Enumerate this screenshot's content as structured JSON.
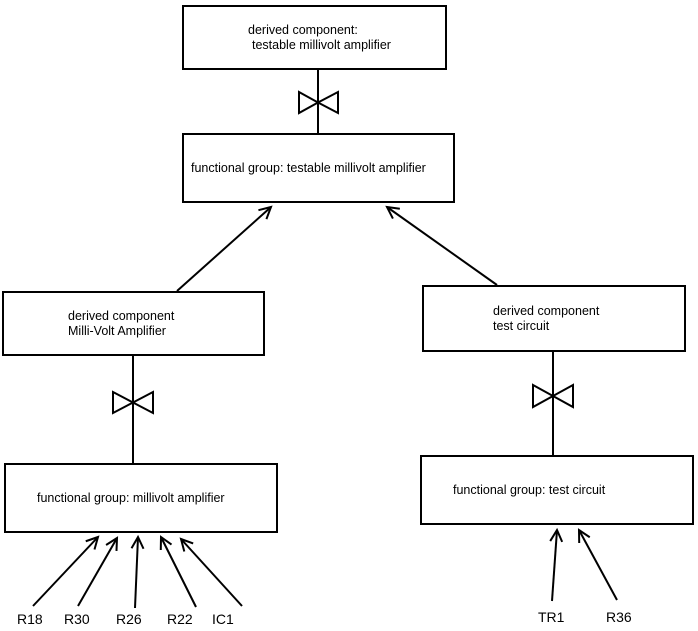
{
  "nodes": {
    "derived_testable": {
      "line1": "derived component:",
      "line2": "testable millivolt amplifier"
    },
    "fg_testable": {
      "label": "functional group: testable millivolt amplifier"
    },
    "derived_mva": {
      "line1": "derived component",
      "line2": "Milli-Volt Amplifier"
    },
    "derived_test": {
      "line1": "derived component",
      "line2": "test circuit"
    },
    "fg_mva": {
      "label": "functional group: millivolt amplifier"
    },
    "fg_test": {
      "label": "functional group: test circuit"
    }
  },
  "components": {
    "left": [
      "R18",
      "R30",
      "R26",
      "R22",
      "IC1"
    ],
    "right": [
      "TR1",
      "R36"
    ]
  },
  "edges": [
    {
      "from": "derived component: testable millivolt amplifier",
      "to": "functional group: testable millivolt amplifier",
      "connector": "bowtie"
    },
    {
      "from": "derived component Milli-Volt Amplifier",
      "to": "functional group: testable millivolt amplifier",
      "connector": "arrow"
    },
    {
      "from": "derived component test circuit",
      "to": "functional group: testable millivolt amplifier",
      "connector": "arrow"
    },
    {
      "from": "derived component Milli-Volt Amplifier",
      "to": "functional group: millivolt amplifier",
      "connector": "bowtie"
    },
    {
      "from": "derived component test circuit",
      "to": "functional group: test circuit",
      "connector": "bowtie"
    },
    {
      "from": "R18",
      "to": "functional group: millivolt amplifier",
      "connector": "arrow"
    },
    {
      "from": "R30",
      "to": "functional group: millivolt amplifier",
      "connector": "arrow"
    },
    {
      "from": "R26",
      "to": "functional group: millivolt amplifier",
      "connector": "arrow"
    },
    {
      "from": "R22",
      "to": "functional group: millivolt amplifier",
      "connector": "arrow"
    },
    {
      "from": "IC1",
      "to": "functional group: millivolt amplifier",
      "connector": "arrow"
    },
    {
      "from": "TR1",
      "to": "functional group: test circuit",
      "connector": "arrow"
    },
    {
      "from": "R36",
      "to": "functional group: test circuit",
      "connector": "arrow"
    }
  ],
  "colors": {
    "line": "#000000",
    "text": "#000000",
    "background": "#ffffff"
  }
}
